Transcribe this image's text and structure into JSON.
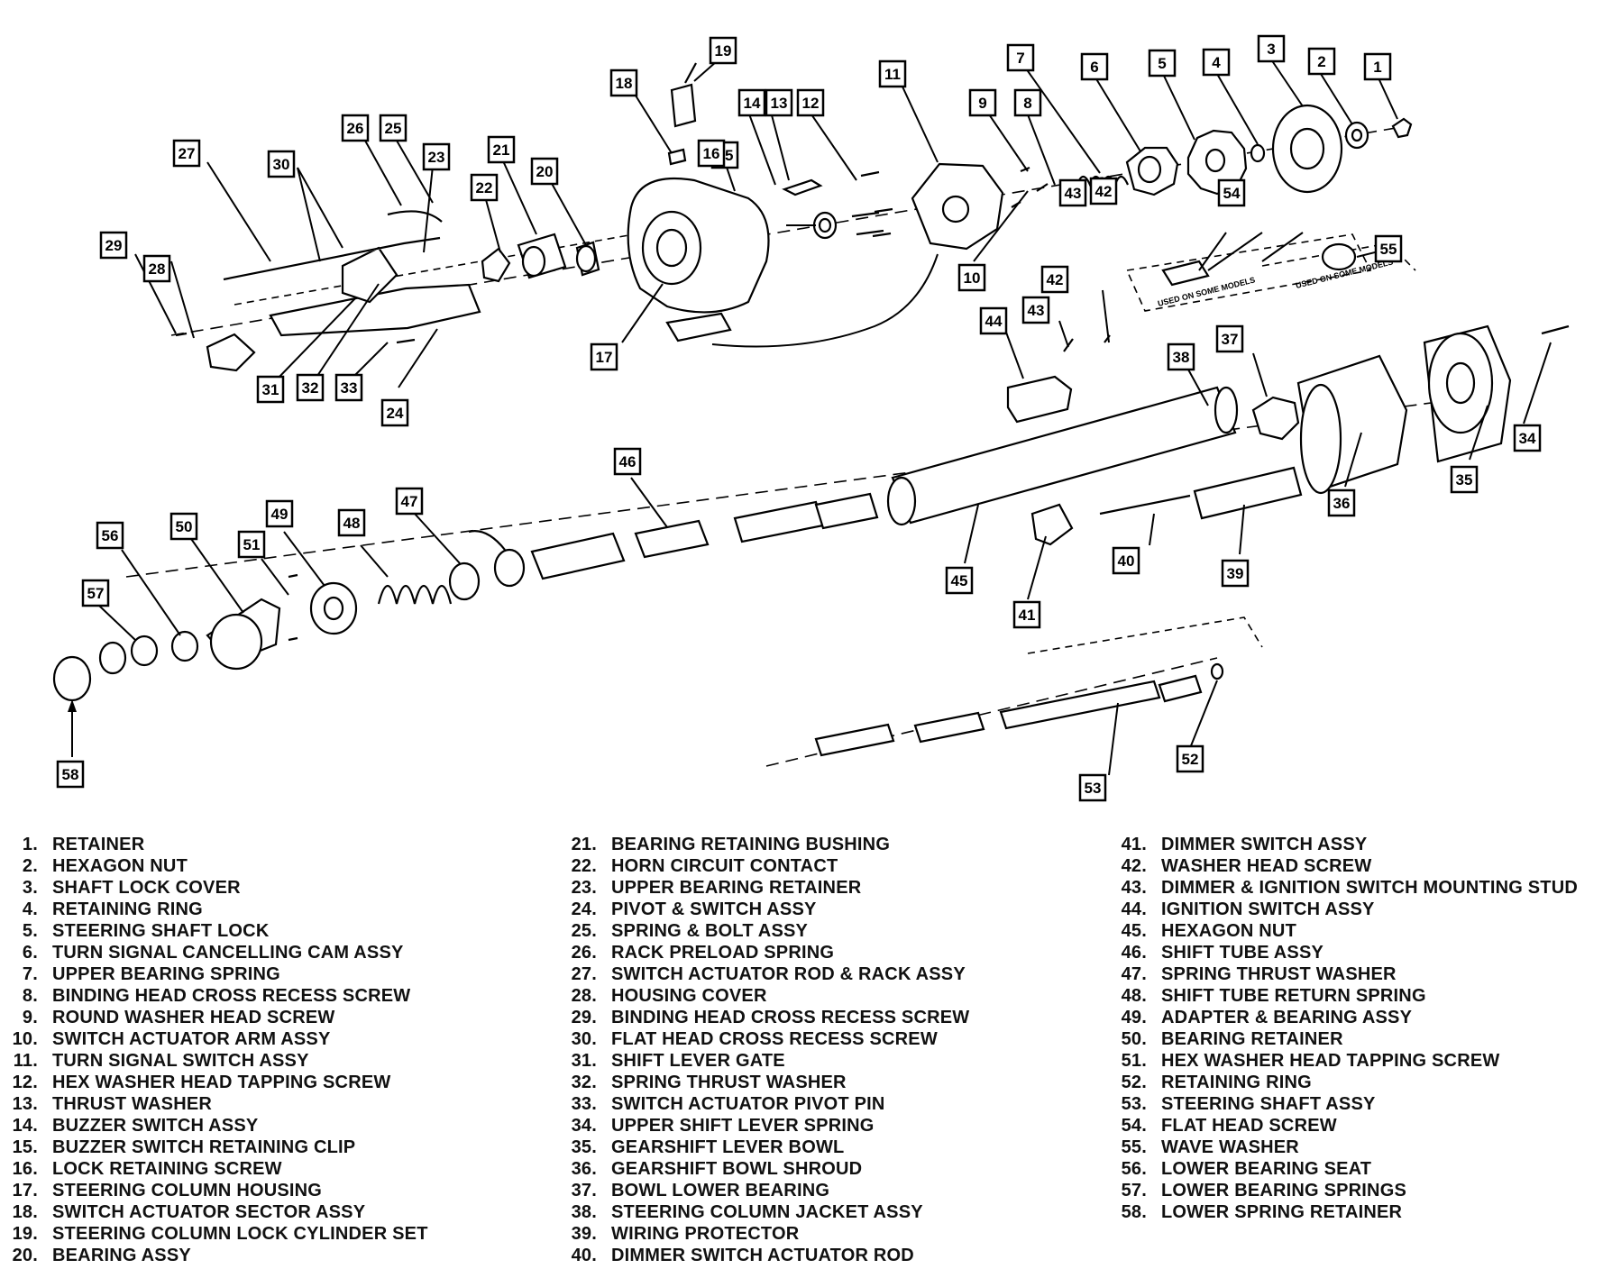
{
  "callouts": [
    {
      "n": "1"
    },
    {
      "n": "2"
    },
    {
      "n": "3"
    },
    {
      "n": "4"
    },
    {
      "n": "5"
    },
    {
      "n": "6"
    },
    {
      "n": "7"
    },
    {
      "n": "8"
    },
    {
      "n": "9"
    },
    {
      "n": "10"
    },
    {
      "n": "11"
    },
    {
      "n": "12"
    },
    {
      "n": "13"
    },
    {
      "n": "14"
    },
    {
      "n": "15"
    },
    {
      "n": "16"
    },
    {
      "n": "17"
    },
    {
      "n": "18"
    },
    {
      "n": "19"
    },
    {
      "n": "20"
    },
    {
      "n": "21"
    },
    {
      "n": "22"
    },
    {
      "n": "23"
    },
    {
      "n": "24"
    },
    {
      "n": "25"
    },
    {
      "n": "26"
    },
    {
      "n": "27"
    },
    {
      "n": "28"
    },
    {
      "n": "29"
    },
    {
      "n": "30"
    },
    {
      "n": "31"
    },
    {
      "n": "32"
    },
    {
      "n": "33"
    },
    {
      "n": "34"
    },
    {
      "n": "35"
    },
    {
      "n": "36"
    },
    {
      "n": "37"
    },
    {
      "n": "38"
    },
    {
      "n": "39"
    },
    {
      "n": "40"
    },
    {
      "n": "41"
    },
    {
      "n": "42"
    },
    {
      "n": "42"
    },
    {
      "n": "43"
    },
    {
      "n": "43"
    },
    {
      "n": "44"
    },
    {
      "n": "45"
    },
    {
      "n": "46"
    },
    {
      "n": "47"
    },
    {
      "n": "48"
    },
    {
      "n": "49"
    },
    {
      "n": "50"
    },
    {
      "n": "51"
    },
    {
      "n": "52"
    },
    {
      "n": "53"
    },
    {
      "n": "54"
    },
    {
      "n": "55"
    },
    {
      "n": "56"
    },
    {
      "n": "57"
    },
    {
      "n": "58"
    }
  ],
  "notes": {
    "used_on_some_models_1": "USED ON SOME MODELS",
    "used_on_some_models_2": "USED ON SOME MODELS"
  },
  "legend": {
    "col1": [
      {
        "num": "1.",
        "label": "RETAINER"
      },
      {
        "num": "2.",
        "label": "HEXAGON NUT"
      },
      {
        "num": "3.",
        "label": "SHAFT LOCK COVER"
      },
      {
        "num": "4.",
        "label": "RETAINING RING"
      },
      {
        "num": "5.",
        "label": "STEERING SHAFT LOCK"
      },
      {
        "num": "6.",
        "label": "TURN SIGNAL CANCELLING CAM ASSY"
      },
      {
        "num": "7.",
        "label": "UPPER BEARING SPRING"
      },
      {
        "num": "8.",
        "label": "BINDING HEAD CROSS RECESS SCREW"
      },
      {
        "num": "9.",
        "label": "ROUND WASHER HEAD SCREW"
      },
      {
        "num": "10.",
        "label": "SWITCH ACTUATOR ARM ASSY"
      },
      {
        "num": "11.",
        "label": "TURN SIGNAL SWITCH ASSY"
      },
      {
        "num": "12.",
        "label": "HEX WASHER HEAD TAPPING SCREW"
      },
      {
        "num": "13.",
        "label": "THRUST WASHER"
      },
      {
        "num": "14.",
        "label": "BUZZER SWITCH ASSY"
      },
      {
        "num": "15.",
        "label": "BUZZER SWITCH RETAINING CLIP"
      },
      {
        "num": "16.",
        "label": "LOCK RETAINING SCREW"
      },
      {
        "num": "17.",
        "label": "STEERING COLUMN HOUSING"
      },
      {
        "num": "18.",
        "label": "SWITCH ACTUATOR SECTOR ASSY"
      },
      {
        "num": "19.",
        "label": "STEERING COLUMN LOCK CYLINDER SET"
      },
      {
        "num": "20.",
        "label": "BEARING ASSY"
      }
    ],
    "col2": [
      {
        "num": "21.",
        "label": "BEARING RETAINING BUSHING"
      },
      {
        "num": "22.",
        "label": "HORN CIRCUIT CONTACT"
      },
      {
        "num": "23.",
        "label": "UPPER BEARING RETAINER"
      },
      {
        "num": "24.",
        "label": "PIVOT & SWITCH ASSY"
      },
      {
        "num": "25.",
        "label": "SPRING & BOLT ASSY"
      },
      {
        "num": "26.",
        "label": "RACK PRELOAD SPRING"
      },
      {
        "num": "27.",
        "label": "SWITCH ACTUATOR ROD & RACK ASSY"
      },
      {
        "num": "28.",
        "label": "HOUSING COVER"
      },
      {
        "num": "29.",
        "label": "BINDING HEAD CROSS RECESS SCREW"
      },
      {
        "num": "30.",
        "label": "FLAT HEAD CROSS RECESS SCREW"
      },
      {
        "num": "31.",
        "label": "SHIFT LEVER GATE"
      },
      {
        "num": "32.",
        "label": "SPRING THRUST WASHER"
      },
      {
        "num": "33.",
        "label": "SWITCH ACTUATOR PIVOT PIN"
      },
      {
        "num": "34.",
        "label": "UPPER SHIFT LEVER SPRING"
      },
      {
        "num": "35.",
        "label": "GEARSHIFT LEVER BOWL"
      },
      {
        "num": "36.",
        "label": "GEARSHIFT BOWL SHROUD"
      },
      {
        "num": "37.",
        "label": "BOWL LOWER BEARING"
      },
      {
        "num": "38.",
        "label": "STEERING COLUMN JACKET ASSY"
      },
      {
        "num": "39.",
        "label": "WIRING PROTECTOR"
      },
      {
        "num": "40.",
        "label": "DIMMER SWITCH ACTUATOR ROD"
      }
    ],
    "col3": [
      {
        "num": "41.",
        "label": "DIMMER SWITCH ASSY"
      },
      {
        "num": "42.",
        "label": "WASHER HEAD SCREW"
      },
      {
        "num": "43.",
        "label": "DIMMER & IGNITION SWITCH MOUNTING STUD"
      },
      {
        "num": "44.",
        "label": "IGNITION SWITCH ASSY"
      },
      {
        "num": "45.",
        "label": "HEXAGON NUT"
      },
      {
        "num": "46.",
        "label": "SHIFT TUBE ASSY"
      },
      {
        "num": "47.",
        "label": "SPRING THRUST WASHER"
      },
      {
        "num": "48.",
        "label": "SHIFT TUBE RETURN SPRING"
      },
      {
        "num": "49.",
        "label": "ADAPTER & BEARING ASSY"
      },
      {
        "num": "50.",
        "label": "BEARING RETAINER"
      },
      {
        "num": "51.",
        "label": "HEX WASHER HEAD TAPPING SCREW"
      },
      {
        "num": "52.",
        "label": "RETAINING RING"
      },
      {
        "num": "53.",
        "label": "STEERING SHAFT ASSY"
      },
      {
        "num": "54.",
        "label": "FLAT HEAD SCREW"
      },
      {
        "num": "55.",
        "label": "WAVE WASHER"
      },
      {
        "num": "56.",
        "label": "LOWER BEARING SEAT"
      },
      {
        "num": "57.",
        "label": "LOWER BEARING SPRINGS"
      },
      {
        "num": "58.",
        "label": "LOWER SPRING RETAINER"
      }
    ]
  }
}
